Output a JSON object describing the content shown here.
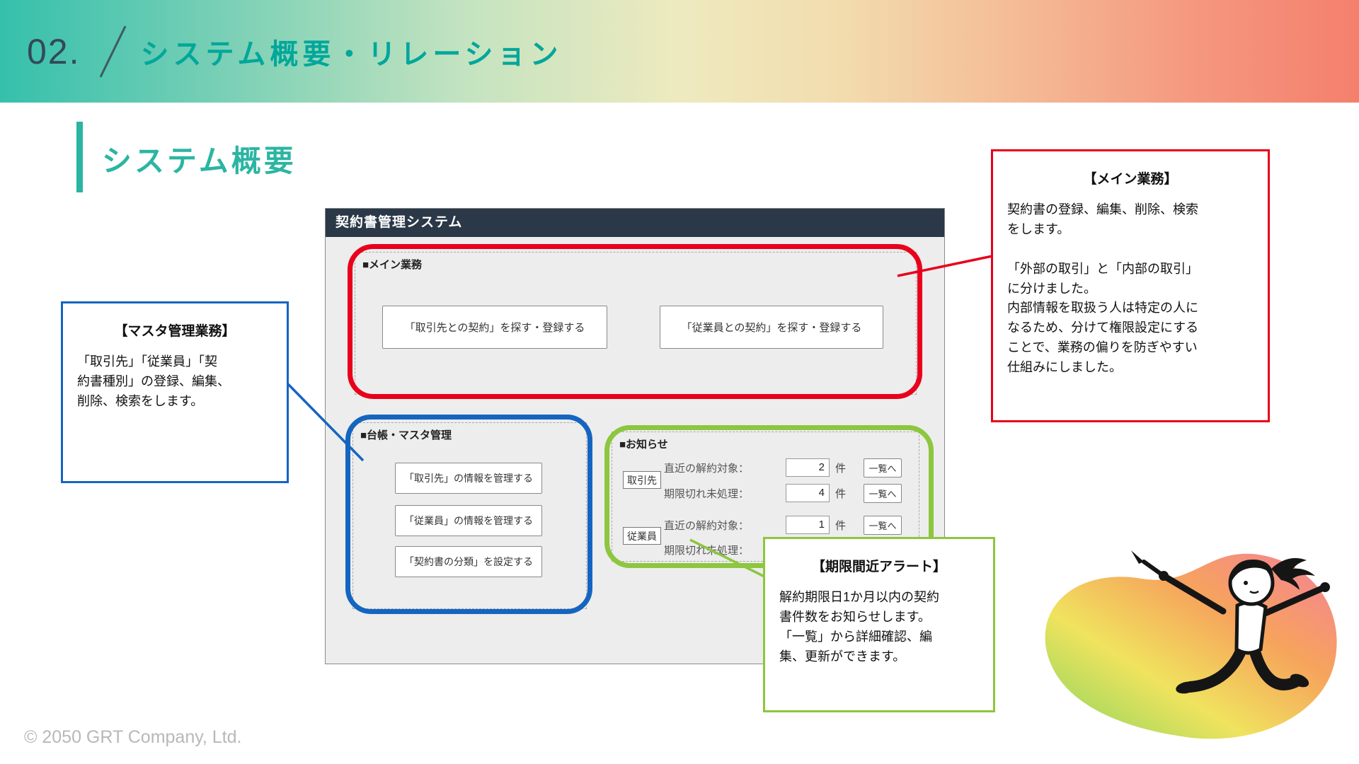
{
  "header": {
    "number": "02.",
    "title": "システム概要・リレーション"
  },
  "section_title": "システム概要",
  "window": {
    "title": "契約書管理システム",
    "main": {
      "label": "■メイン業務",
      "buttons": [
        "「取引先との契約」を探す・登録する",
        "「従業員との契約」を探す・登録する"
      ]
    },
    "master": {
      "label": "■台帳・マスタ管理",
      "buttons": [
        "「取引先」の情報を管理する",
        "「従業員」の情報を管理する",
        "「契約書の分類」を設定する"
      ]
    },
    "notice": {
      "label": "■お知らせ",
      "group1_label": "取引先",
      "group2_label": "従業員",
      "rows": [
        {
          "label": "直近の解約対象：",
          "value": "2",
          "unit": "件",
          "button": "一覧へ"
        },
        {
          "label": "期限切れ未処理：",
          "value": "4",
          "unit": "件",
          "button": "一覧へ"
        },
        {
          "label": "直近の解約対象：",
          "value": "1",
          "unit": "件",
          "button": "一覧へ"
        },
        {
          "label": "期限切れ未処理："
        }
      ]
    }
  },
  "callouts": {
    "main": {
      "title": "【メイン業務】",
      "body": "契約書の登録、編集、削除、検索\nをします。\n\n「外部の取引」と「内部の取引」\nに分けました。\n内部情報を取扱う人は特定の人に\nなるため、分けて権限設定にする\nことで、業務の偏りを防ぎやすい\n仕組みにしました。"
    },
    "master": {
      "title": "【マスタ管理業務】",
      "body": "「取引先」「従業員」「契\n約書種別」の登録、編集、\n削除、検索をします。"
    },
    "alert": {
      "title": "【期限間近アラート】",
      "body": "解約期限日1か月以内の契約\n書件数をお知らせします。\n「一覧」から詳細確認、編\n集、更新ができます。"
    }
  },
  "footer": {
    "copyright": "© 2050 GRT Company, Ltd."
  },
  "colors": {
    "teal": "#2bb5a2",
    "red": "#e8001c",
    "blue": "#1565c0",
    "green": "#8dc63f",
    "titlebar": "#2a3847"
  }
}
